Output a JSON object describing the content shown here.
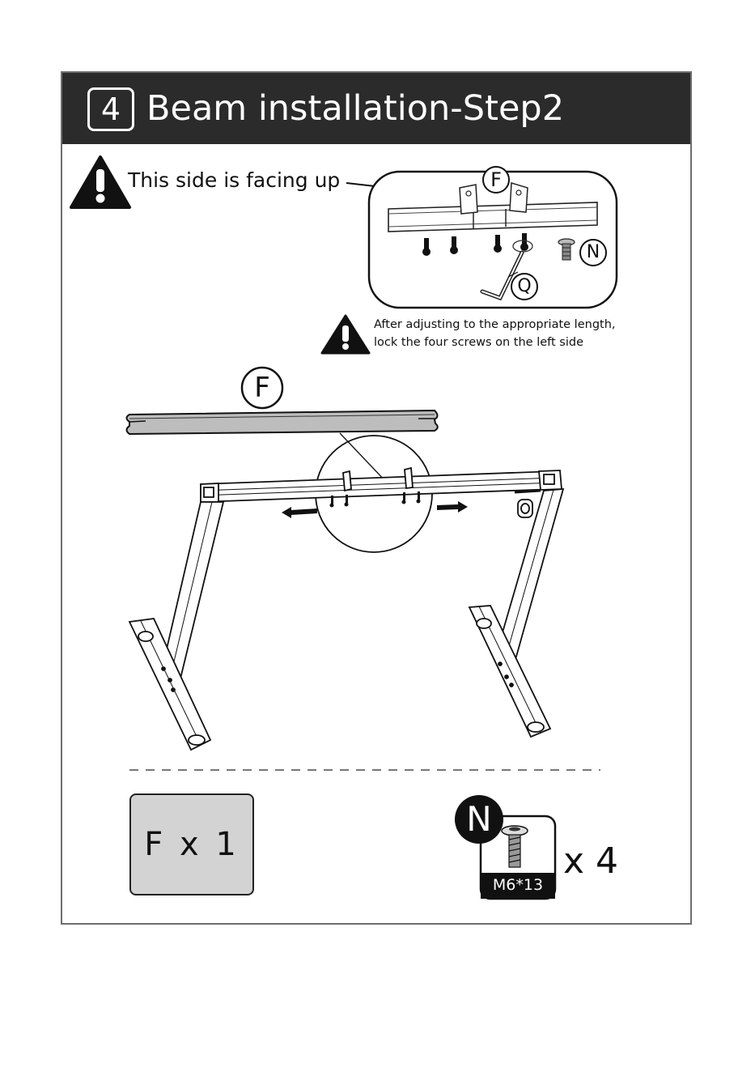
{
  "header": {
    "step_number": "4",
    "title": "Beam installation-Step2"
  },
  "warnings": {
    "facing_up": "This side is facing up",
    "adjust_line1": "After adjusting to the appropriate length,",
    "adjust_line2": "lock the four screws on the left side"
  },
  "callouts": {
    "detail_part": "F",
    "detail_screw": "N",
    "detail_tool": "Q",
    "main_part": "F"
  },
  "parts": {
    "beam": {
      "label": "F x 1"
    },
    "screw": {
      "letter": "N",
      "size": "M6*13",
      "quantity": "x 4"
    }
  }
}
